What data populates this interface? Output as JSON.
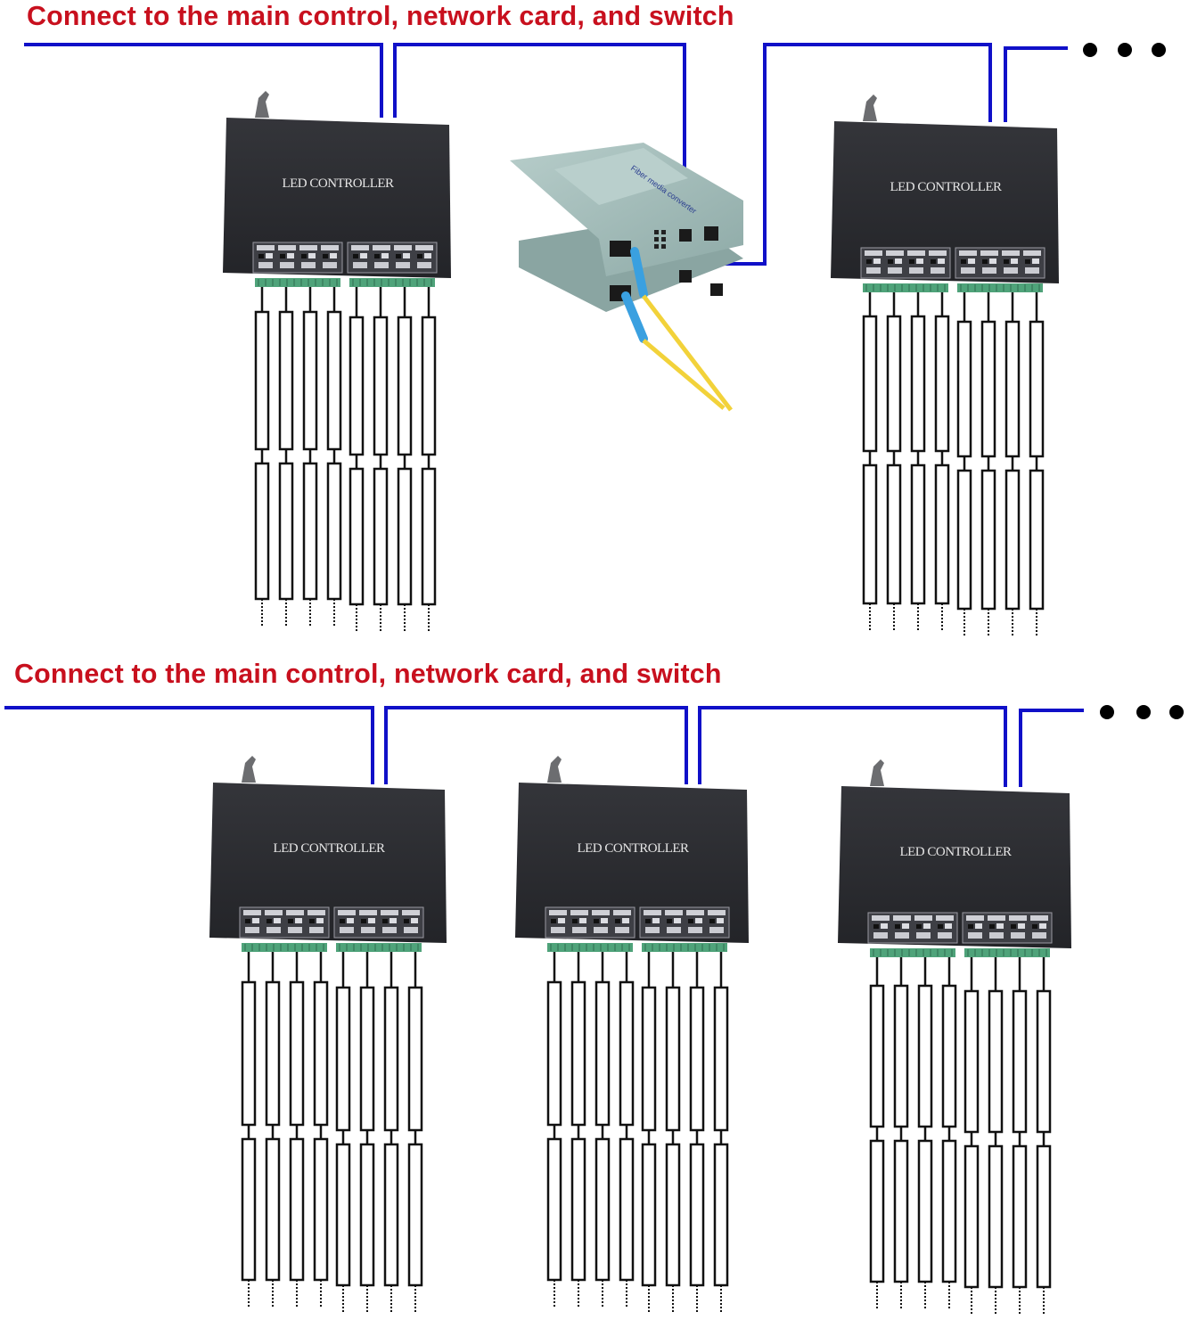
{
  "headings": {
    "top": "Connect to the main control, network card, and switch",
    "bottom": "Connect to the main control, network card, and switch"
  },
  "controller_label": "LED CONTROLLER",
  "converter_label": "Fiber media converter",
  "continuation_symbol": "ellipsis-dots",
  "rows": [
    {
      "name": "row-1",
      "devices": [
        "led-controller",
        "fiber-media-converter",
        "led-controller"
      ],
      "continues": true
    },
    {
      "name": "row-2",
      "devices": [
        "led-controller",
        "led-controller",
        "led-controller"
      ],
      "continues": true
    }
  ],
  "controller": {
    "output_ports": 8,
    "port_groups": 2,
    "light_strips_per_port": 2,
    "strip_continuation": "dotted"
  },
  "colors": {
    "heading": "#c8101e",
    "network_cable": "#1010c8",
    "controller_body": "#2b2c30",
    "terminal_block": "#4fa37a",
    "fiber_cable": "#f2d23a",
    "fiber_connector": "#3aa0e0",
    "converter_body": "#9fb8b5",
    "strip_outline": "#111111"
  }
}
